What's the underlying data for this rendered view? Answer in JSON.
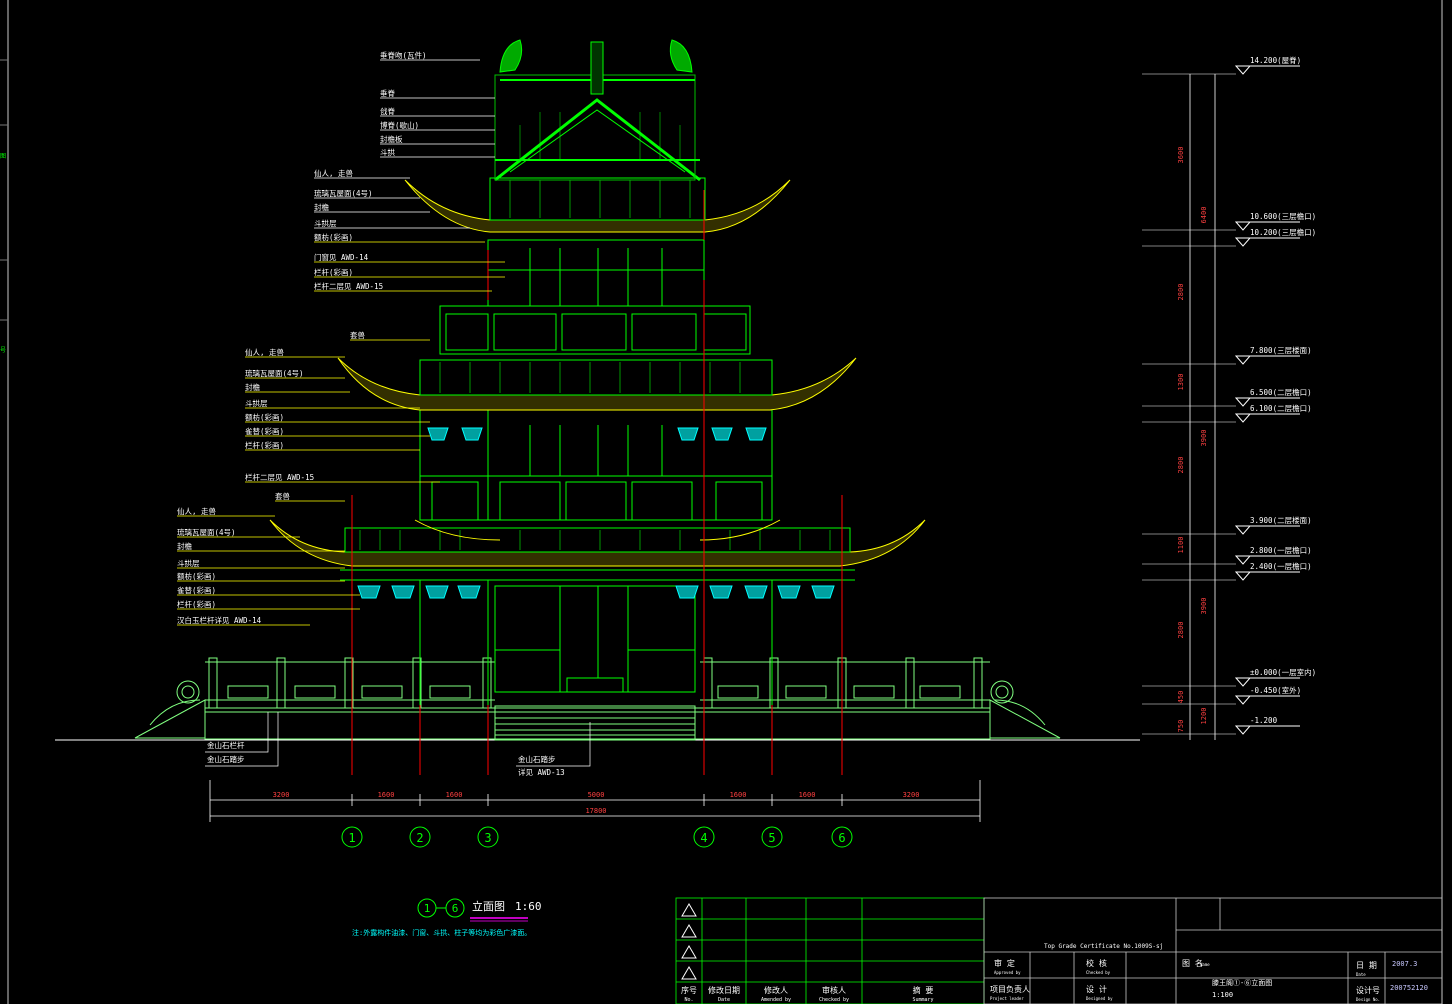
{
  "colors": {
    "bg": "#000000",
    "green": "#00ff00",
    "lightgreen": "#80ff80",
    "yellow": "#ffff00",
    "cyan": "#00ffff",
    "red": "#ff0000",
    "magenta": "#ff00ff",
    "white": "#ffffff",
    "frame": "#c8c8c8"
  },
  "left_labels": [
    {
      "text": "垂脊吻(瓦件)"
    },
    {
      "text": "垂脊"
    },
    {
      "text": "戗脊"
    },
    {
      "text": "博脊(歇山)"
    },
    {
      "text": "封檐板"
    },
    {
      "text": "斗拱"
    },
    {
      "text": "仙人, 走兽"
    },
    {
      "text": "琉璃瓦屋面(4号)"
    },
    {
      "text": "封檐"
    },
    {
      "text": "斗拱层"
    },
    {
      "text": "额枋(彩画)"
    },
    {
      "text": "门窗见 AWD-14"
    },
    {
      "text": "栏杆(彩画)"
    },
    {
      "text": "栏杆二层见 AWD-15"
    },
    {
      "text": "套兽"
    },
    {
      "text": "仙人, 走兽"
    },
    {
      "text": "琉璃瓦屋面(4号)"
    },
    {
      "text": "封檐"
    },
    {
      "text": "斗拱层"
    },
    {
      "text": "额枋(彩画)"
    },
    {
      "text": "雀替(彩画)"
    },
    {
      "text": "栏杆(彩画)"
    },
    {
      "text": "栏杆二层见 AWD-15"
    },
    {
      "text": "套兽"
    },
    {
      "text": "仙人, 走兽"
    },
    {
      "text": "琉璃瓦屋面(4号)"
    },
    {
      "text": "封檐"
    },
    {
      "text": "斗拱层"
    },
    {
      "text": "额枋(彩画)"
    },
    {
      "text": "雀替(彩画)"
    },
    {
      "text": "栏杆(彩画)"
    },
    {
      "text": "汉白玉栏杆详见 AWD-14"
    }
  ],
  "base_labels": [
    {
      "text": "金山石栏杆"
    },
    {
      "text": "金山石踏步"
    },
    {
      "text": "金山石踏步"
    },
    {
      "text": "详见 AWD-13"
    }
  ],
  "elevations": [
    {
      "text": "14.200(屋脊)"
    },
    {
      "text": "10.600(三层檐口)"
    },
    {
      "text": "10.200(三层檐口)"
    },
    {
      "text": "7.800(三层楼面)"
    },
    {
      "text": "6.500(二层檐口)"
    },
    {
      "text": "6.100(二层檐口)"
    },
    {
      "text": "3.900(二层楼面)"
    },
    {
      "text": "2.800(一层檐口)"
    },
    {
      "text": "2.400(一层檐口)"
    },
    {
      "text": "±0.000(一层室内)"
    },
    {
      "text": "-0.450(室外)"
    },
    {
      "text": "-1.200"
    }
  ],
  "vertical_dims": [
    {
      "text": "3600"
    },
    {
      "text": "6400"
    },
    {
      "text": "2800"
    },
    {
      "text": "1300"
    },
    {
      "text": "3900"
    },
    {
      "text": "2800"
    },
    {
      "text": "1100"
    },
    {
      "text": "3900"
    },
    {
      "text": "2800"
    },
    {
      "text": "450"
    },
    {
      "text": "1200"
    },
    {
      "text": "750"
    }
  ],
  "horizontal_dims": {
    "segments": [
      "3200",
      "1600",
      "1600",
      "5000",
      "1600",
      "1600",
      "3200"
    ],
    "total": "17800"
  },
  "axes": [
    "1",
    "2",
    "3",
    "4",
    "5",
    "6"
  ],
  "drawing_title": {
    "from_axis": "1",
    "to_axis": "6",
    "name": "立面图",
    "scale": "1:60",
    "note": "注:外露构件油漆、门窗、斗拱、柱子等均为彩色广漆面。"
  },
  "revision_table": {
    "headers": [
      "序号",
      "修改日期",
      "修改人",
      "审核人",
      "摘  要"
    ],
    "headers_en": [
      "No.",
      "Date",
      "Amended by",
      "Checked by",
      "Summary"
    ]
  },
  "title_block": {
    "certificate": "Top Grade Certificate No.1009S-sj",
    "approved_label": "审  定",
    "approved_en": "Approved by",
    "checked_label": "校  核",
    "checked_en": "Checked by",
    "leader_label": "项目负责人",
    "leader_en": "Project leader",
    "designed_label": "设  计",
    "designed_en": "Designed by",
    "drawing_name_label": "图  名",
    "drawing_name_en": "Name",
    "drawing_name": "滕王阁①-⑥立面图",
    "drawing_scale": "1:100",
    "date_label": "日  期",
    "date_en": "Date",
    "date_value": "2007.3",
    "design_no_label": "设计号",
    "design_no_en": "Design No.",
    "design_no": "200752120"
  }
}
